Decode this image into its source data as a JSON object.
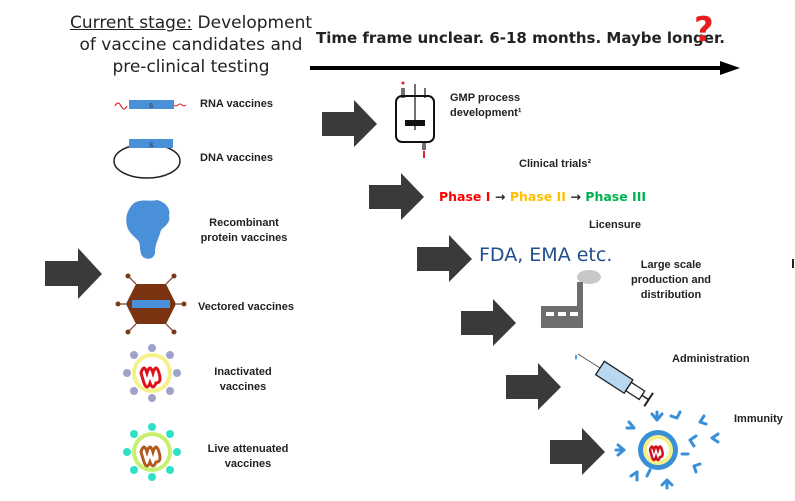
{
  "header": {
    "stage_label": "Current stage:",
    "stage_text_1": " Development",
    "stage_text_2": "of vaccine candidates and",
    "stage_text_3": "pre-clinical testing",
    "timeline_text": "Time frame unclear. 6-18 months. Maybe longer.",
    "question_mark": "?"
  },
  "vaccine_types": [
    {
      "label": "RNA vaccines",
      "icon": "rna-strand-icon"
    },
    {
      "label": "DNA vaccines",
      "icon": "dna-plasmid-icon"
    },
    {
      "label": "Recombinant protein vaccines",
      "label_lines": [
        "Recombinant",
        "protein vaccines"
      ],
      "icon": "protein-blob-icon"
    },
    {
      "label": "Vectored vaccines",
      "icon": "viral-vector-icon"
    },
    {
      "label": "Inactivated vaccines",
      "label_lines": [
        "Inactivated",
        "vaccines"
      ],
      "icon": "inactivated-virus-icon"
    },
    {
      "label": "Live attenuated vaccines",
      "label_lines": [
        "Live attenuated",
        "vaccines"
      ],
      "icon": "live-virus-icon"
    }
  ],
  "steps": {
    "gmp": {
      "lines": [
        "GMP process",
        "development¹"
      ],
      "icon": "bioreactor-icon"
    },
    "clinical": {
      "title": "Clinical trials²",
      "phase1": "Phase I",
      "phase2": "Phase II",
      "phase3": "Phase III",
      "arrow": "→"
    },
    "licensure": {
      "title": "Licensure",
      "agencies": "FDA, EMA etc."
    },
    "production": {
      "lines": [
        "Large scale",
        "production and",
        "distribution"
      ],
      "icon": "factory-icon"
    },
    "administration": {
      "title": "Administration",
      "icon": "syringe-icon"
    },
    "immunity": {
      "title": "Immunity",
      "icon": "antibody-virus-icon"
    }
  },
  "colors": {
    "arrow": "#3a3a3a",
    "phase1": "#ff0000",
    "phase2": "#ffc000",
    "phase3": "#00b050",
    "agency": "#1f4e8c",
    "s_protein": "#4a90d9",
    "question": "#e81c1c"
  }
}
